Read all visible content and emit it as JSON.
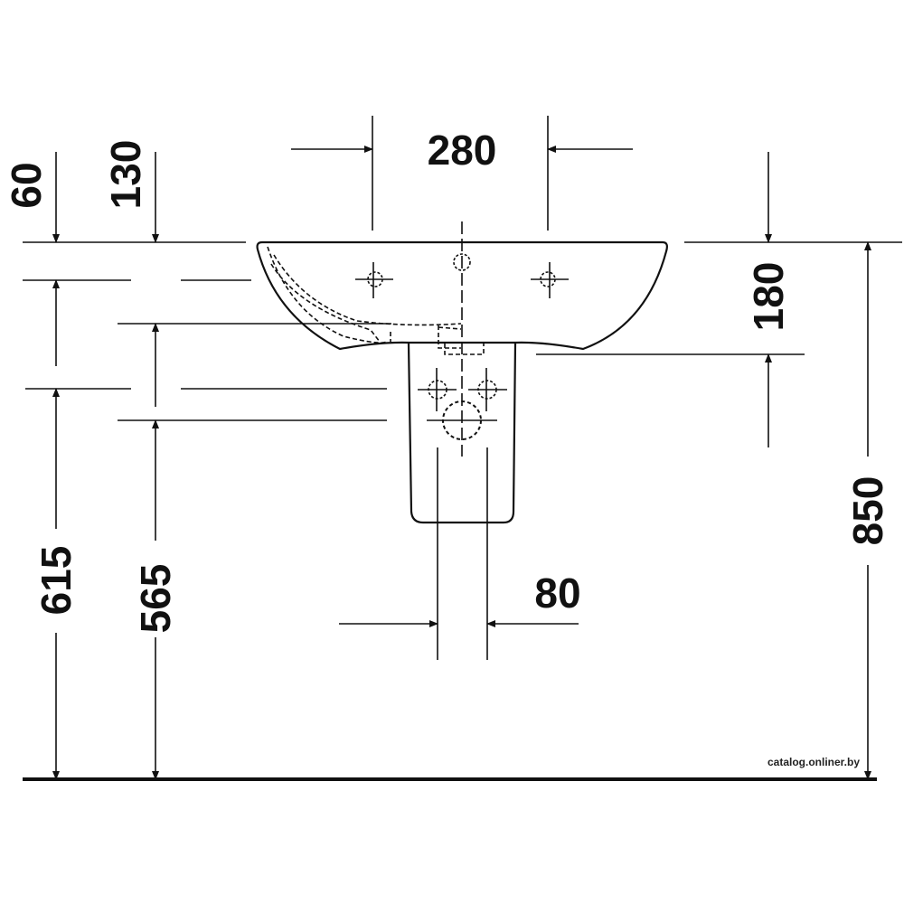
{
  "dimensions": {
    "d60": "60",
    "d130": "130",
    "d280": "280",
    "d180": "180",
    "d615": "615",
    "d565": "565",
    "d850": "850",
    "d80": "80"
  },
  "watermark": "catalog.onliner.by",
  "colors": {
    "line": "#111111",
    "background": "#ffffff"
  }
}
